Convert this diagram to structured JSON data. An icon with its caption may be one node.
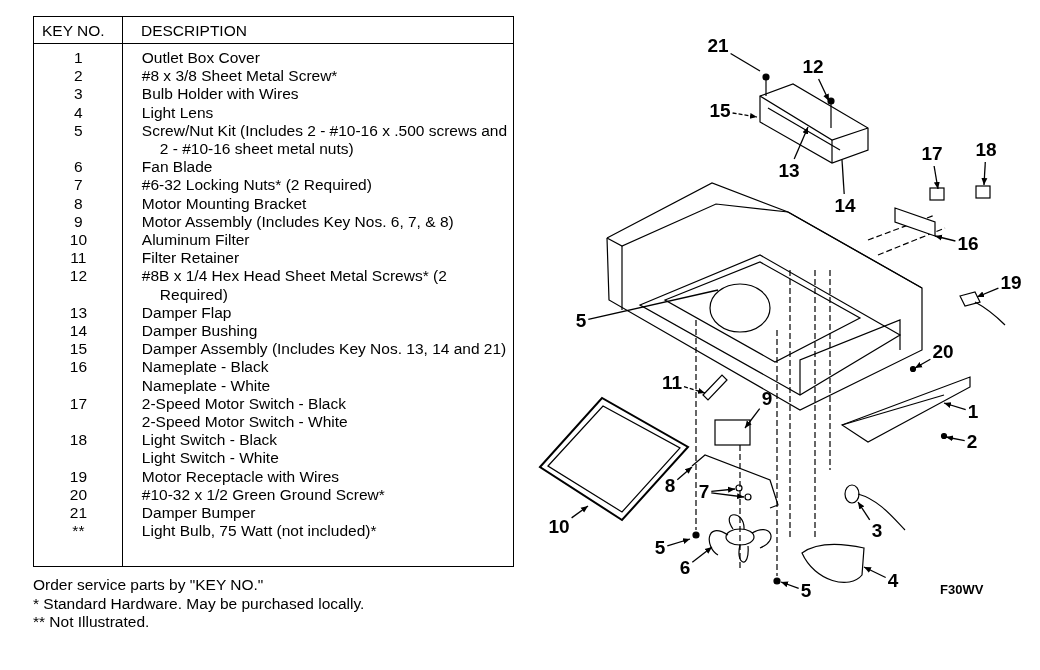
{
  "diagram": {
    "nodes": [
      {
        "text": [
          "21"
        ]
      },
      {
        "text": [
          "12"
        ]
      },
      {
        "text": [
          "15"
        ]
      },
      {
        "text": [
          "13"
        ]
      },
      {
        "text": [
          "14"
        ]
      },
      {
        "text": [
          "17"
        ]
      },
      {
        "text": [
          "18"
        ]
      },
      {
        "text": [
          "16"
        ]
      },
      {
        "text": [
          "19"
        ]
      },
      {
        "text": [
          "5"
        ]
      },
      {
        "text": [
          "20"
        ]
      },
      {
        "text": [
          "11"
        ]
      },
      {
        "text": [
          "9"
        ]
      },
      {
        "text": [
          "1"
        ]
      },
      {
        "text": [
          "2"
        ]
      },
      {
        "text": [
          "8"
        ]
      },
      {
        "text": [
          "7"
        ]
      },
      {
        "text": [
          "10"
        ]
      },
      {
        "text": [
          "5"
        ]
      },
      {
        "text": [
          "6"
        ]
      },
      {
        "text": [
          "3"
        ]
      },
      {
        "text": [
          "4"
        ]
      },
      {
        "text": [
          "5"
        ]
      }
    ],
    "edges": [
      {
        "from": 0,
        "to": null,
        "arrow": "none"
      },
      {
        "from": 1,
        "to": null,
        "arrow": "to"
      },
      {
        "from": 2,
        "to": null,
        "arrow": "to",
        "style": "dashed"
      },
      {
        "from": 3,
        "to": null,
        "arrow": "to"
      },
      {
        "from": 4,
        "to": null,
        "arrow": "none"
      },
      {
        "from": 5,
        "to": null,
        "arrow": "to"
      },
      {
        "from": 6,
        "to": null,
        "arrow": "to"
      },
      {
        "from": 7,
        "to": null,
        "arrow": "to"
      },
      {
        "from": 8,
        "to": null,
        "arrow": "to"
      },
      {
        "from": 9,
        "to": null,
        "arrow": "none"
      },
      {
        "from": 10,
        "to": null,
        "arrow": "to"
      },
      {
        "from": 11,
        "to": null,
        "arrow": "to",
        "style": "dashed"
      },
      {
        "from": 12,
        "to": null,
        "arrow": "to"
      },
      {
        "from": 13,
        "to": null,
        "arrow": "to"
      },
      {
        "from": 14,
        "to": null,
        "arrow": "to"
      },
      {
        "from": 15,
        "to": null,
        "arrow": "to"
      },
      {
        "from": 16,
        "to": null,
        "arrow": "to"
      },
      {
        "from": 16,
        "to": null,
        "arrow": "to"
      },
      {
        "from": 17,
        "to": null,
        "arrow": "to"
      },
      {
        "from": 18,
        "to": null,
        "arrow": "to"
      },
      {
        "from": 19,
        "to": null,
        "arrow": "to"
      },
      {
        "from": 20,
        "to": null,
        "arrow": "to"
      },
      {
        "from": 21,
        "to": null,
        "arrow": "to"
      },
      {
        "from": 22,
        "to": null,
        "arrow": "to"
      }
    ],
    "labels": [
      "KEY NO.",
      "DESCRIPTION",
      "1",
      "Outlet Box Cover",
      "2",
      "#8 x 3/8 Sheet Metal Screw*",
      "3",
      "Bulb Holder with Wires",
      "4",
      "Light Lens",
      "5",
      "Screw/Nut Kit (Includes 2 - #10-16 x .500 screws and 2 - #10-16 sheet metal nuts)",
      "6",
      "Fan Blade",
      "7",
      "#6-32 Locking Nuts* (2 Required)",
      "8",
      "Motor Mounting Bracket",
      "9",
      "Motor Assembly (Includes Key Nos. 6, 7, & 8)",
      "10",
      "Aluminum Filter",
      "11",
      "Filter Retainer",
      "12",
      "#8B x 1/4 Hex Head Sheet Metal Screws* (2 Required)",
      "13",
      "Damper Flap",
      "14",
      "Damper Bushing",
      "15",
      "Damper Assembly (Includes Key Nos. 13, 14 and 21)",
      "16",
      "Nameplate - Black",
      "Nameplate - White",
      "17",
      "2-Speed Motor Switch - Black",
      "2-Speed Motor Switch - White",
      "18",
      "Light Switch - Black",
      "Light Switch - White",
      "19",
      "Motor Receptacle with Wires",
      "20",
      "#10-32 x 1/2 Green Ground Screw*",
      "21",
      "Damper Bumper",
      "**",
      "Light Bulb, 75 Watt (not included)*",
      "Order service parts by \"KEY NO.\"",
      "* Standard Hardware. May be purchased locally.",
      "** Not Illustrated.",
      "F30WV"
    ]
  }
}
